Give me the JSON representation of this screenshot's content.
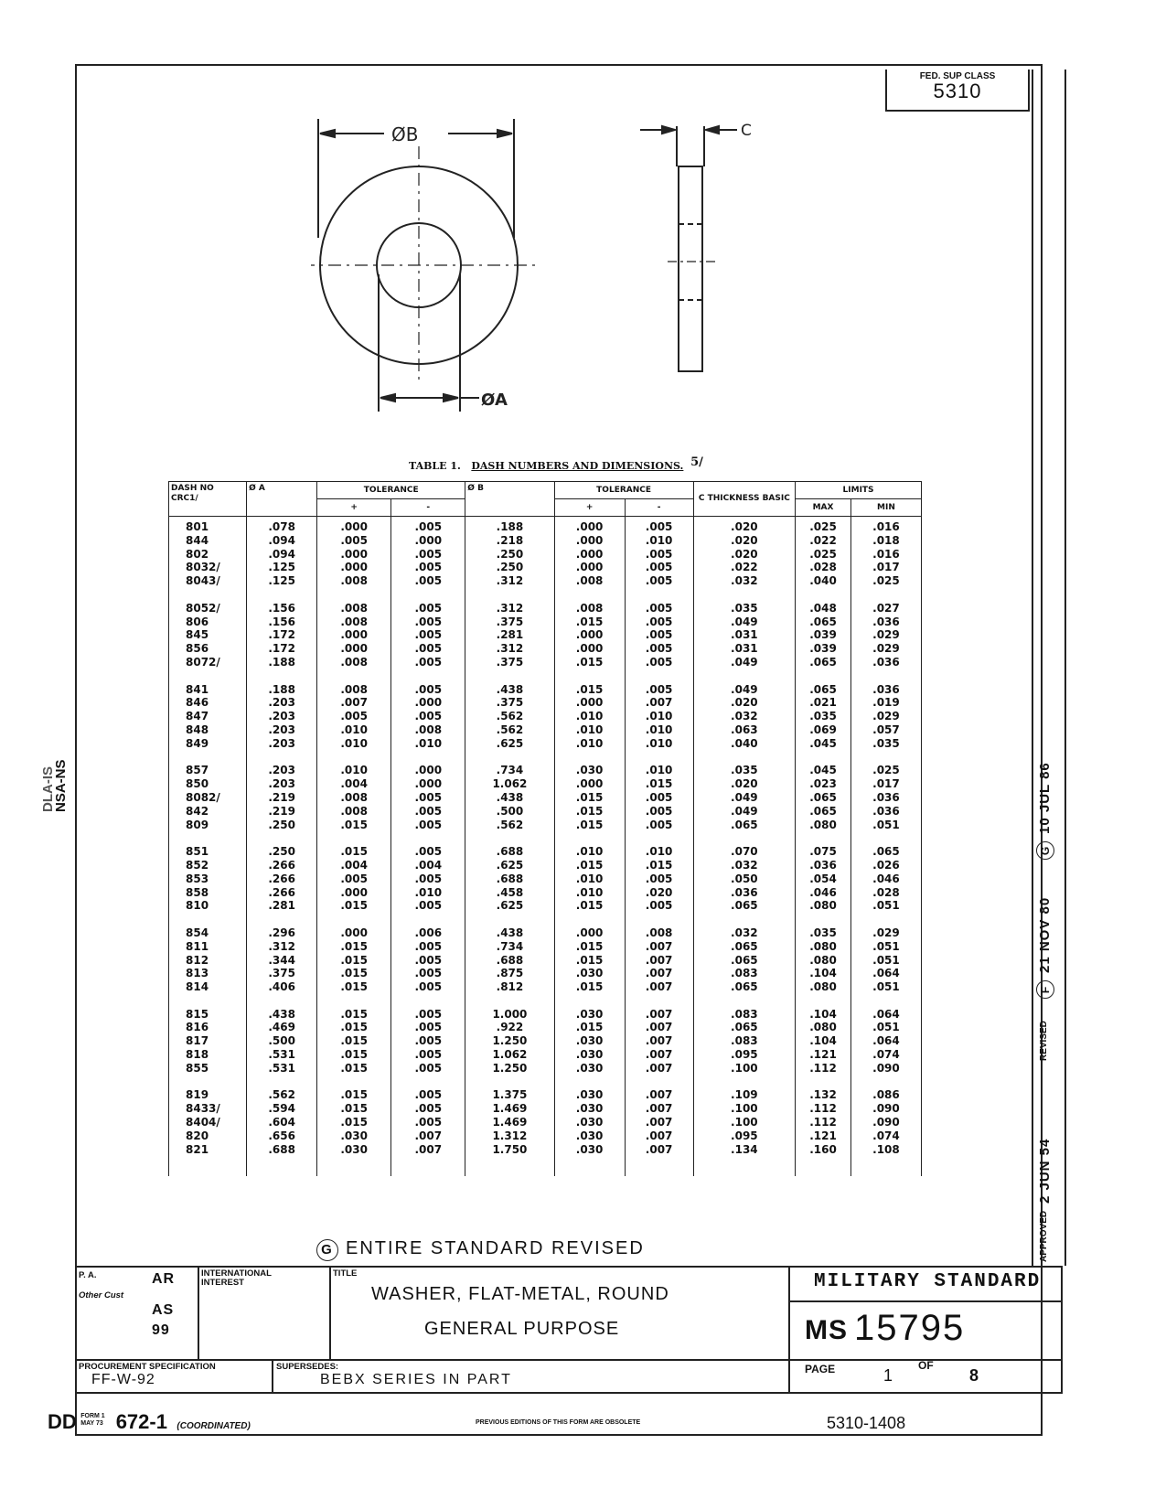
{
  "fed_sup_class": {
    "label": "FED. SUP CLASS",
    "value": "5310"
  },
  "drawing": {
    "dia_b": "ØB",
    "dia_a": "ØA",
    "thickness": "C"
  },
  "left_margin": {
    "line1": "DLA-IS",
    "line2": "NSA-NS"
  },
  "right_strip": {
    "approved_label": "APPROVED",
    "approved_date": "2 JUN 54",
    "revised_label": "REVISED",
    "rev_f_letter": "F",
    "rev_f_date": "21 NOV 80",
    "rev_g_letter": "G",
    "rev_g_date": "10 JUL 86"
  },
  "table": {
    "title_prefix": "TABLE 1.",
    "title_main": "DASH NUMBERS AND DIMENSIONS.",
    "title_note": "5/",
    "headers": {
      "dash": "DASH NO",
      "dash_ref": "CRC1/",
      "dia_a": "Ø A",
      "tolerance_a": "TOLERANCE",
      "dia_b": "Ø B",
      "tolerance_b": "TOLERANCE",
      "thickness": "C THICKNESS BASIC",
      "limits": "LIMITS",
      "plus": "+",
      "minus": "-",
      "max": "MAX",
      "min": "MIN"
    },
    "groups": [
      [
        [
          "801",
          ".078",
          ".000",
          ".005",
          ".188",
          ".000",
          ".005",
          ".020",
          ".025",
          ".016"
        ],
        [
          "844",
          ".094",
          ".005",
          ".000",
          ".218",
          ".000",
          ".010",
          ".020",
          ".022",
          ".018"
        ],
        [
          "802",
          ".094",
          ".000",
          ".005",
          ".250",
          ".000",
          ".005",
          ".020",
          ".025",
          ".016"
        ],
        [
          "8032/",
          ".125",
          ".000",
          ".005",
          ".250",
          ".000",
          ".005",
          ".022",
          ".028",
          ".017"
        ],
        [
          "8043/",
          ".125",
          ".008",
          ".005",
          ".312",
          ".008",
          ".005",
          ".032",
          ".040",
          ".025"
        ]
      ],
      [
        [
          "8052/",
          ".156",
          ".008",
          ".005",
          ".312",
          ".008",
          ".005",
          ".035",
          ".048",
          ".027"
        ],
        [
          "806",
          ".156",
          ".008",
          ".005",
          ".375",
          ".015",
          ".005",
          ".049",
          ".065",
          ".036"
        ],
        [
          "845",
          ".172",
          ".000",
          ".005",
          ".281",
          ".000",
          ".005",
          ".031",
          ".039",
          ".029"
        ],
        [
          "856",
          ".172",
          ".000",
          ".005",
          ".312",
          ".000",
          ".005",
          ".031",
          ".039",
          ".029"
        ],
        [
          "8072/",
          ".188",
          ".008",
          ".005",
          ".375",
          ".015",
          ".005",
          ".049",
          ".065",
          ".036"
        ]
      ],
      [
        [
          "841",
          ".188",
          ".008",
          ".005",
          ".438",
          ".015",
          ".005",
          ".049",
          ".065",
          ".036"
        ],
        [
          "846",
          ".203",
          ".007",
          ".000",
          ".375",
          ".000",
          ".007",
          ".020",
          ".021",
          ".019"
        ],
        [
          "847",
          ".203",
          ".005",
          ".005",
          ".562",
          ".010",
          ".010",
          ".032",
          ".035",
          ".029"
        ],
        [
          "848",
          ".203",
          ".010",
          ".008",
          ".562",
          ".010",
          ".010",
          ".063",
          ".069",
          ".057"
        ],
        [
          "849",
          ".203",
          ".010",
          ".010",
          ".625",
          ".010",
          ".010",
          ".040",
          ".045",
          ".035"
        ]
      ],
      [
        [
          "857",
          ".203",
          ".010",
          ".000",
          ".734",
          ".030",
          ".010",
          ".035",
          ".045",
          ".025"
        ],
        [
          "850",
          ".203",
          ".004",
          ".000",
          "1.062",
          ".000",
          ".015",
          ".020",
          ".023",
          ".017"
        ],
        [
          "8082/",
          ".219",
          ".008",
          ".005",
          ".438",
          ".015",
          ".005",
          ".049",
          ".065",
          ".036"
        ],
        [
          "842",
          ".219",
          ".008",
          ".005",
          ".500",
          ".015",
          ".005",
          ".049",
          ".065",
          ".036"
        ],
        [
          "809",
          ".250",
          ".015",
          ".005",
          ".562",
          ".015",
          ".005",
          ".065",
          ".080",
          ".051"
        ]
      ],
      [
        [
          "851",
          ".250",
          ".015",
          ".005",
          ".688",
          ".010",
          ".010",
          ".070",
          ".075",
          ".065"
        ],
        [
          "852",
          ".266",
          ".004",
          ".004",
          ".625",
          ".015",
          ".015",
          ".032",
          ".036",
          ".026"
        ],
        [
          "853",
          ".266",
          ".005",
          ".005",
          ".688",
          ".010",
          ".005",
          ".050",
          ".054",
          ".046"
        ],
        [
          "858",
          ".266",
          ".000",
          ".010",
          ".458",
          ".010",
          ".020",
          ".036",
          ".046",
          ".028"
        ],
        [
          "810",
          ".281",
          ".015",
          ".005",
          ".625",
          ".015",
          ".005",
          ".065",
          ".080",
          ".051"
        ]
      ],
      [
        [
          "854",
          ".296",
          ".000",
          ".006",
          ".438",
          ".000",
          ".008",
          ".032",
          ".035",
          ".029"
        ],
        [
          "811",
          ".312",
          ".015",
          ".005",
          ".734",
          ".015",
          ".007",
          ".065",
          ".080",
          ".051"
        ],
        [
          "812",
          ".344",
          ".015",
          ".005",
          ".688",
          ".015",
          ".007",
          ".065",
          ".080",
          ".051"
        ],
        [
          "813",
          ".375",
          ".015",
          ".005",
          ".875",
          ".030",
          ".007",
          ".083",
          ".104",
          ".064"
        ],
        [
          "814",
          ".406",
          ".015",
          ".005",
          ".812",
          ".015",
          ".007",
          ".065",
          ".080",
          ".051"
        ]
      ],
      [
        [
          "815",
          ".438",
          ".015",
          ".005",
          "1.000",
          ".030",
          ".007",
          ".083",
          ".104",
          ".064"
        ],
        [
          "816",
          ".469",
          ".015",
          ".005",
          ".922",
          ".015",
          ".007",
          ".065",
          ".080",
          ".051"
        ],
        [
          "817",
          ".500",
          ".015",
          ".005",
          "1.250",
          ".030",
          ".007",
          ".083",
          ".104",
          ".064"
        ],
        [
          "818",
          ".531",
          ".015",
          ".005",
          "1.062",
          ".030",
          ".007",
          ".095",
          ".121",
          ".074"
        ],
        [
          "855",
          ".531",
          ".015",
          ".005",
          "1.250",
          ".030",
          ".007",
          ".100",
          ".112",
          ".090"
        ]
      ],
      [
        [
          "819",
          ".562",
          ".015",
          ".005",
          "1.375",
          ".030",
          ".007",
          ".109",
          ".132",
          ".086"
        ],
        [
          "8433/",
          ".594",
          ".015",
          ".005",
          "1.469",
          ".030",
          ".007",
          ".100",
          ".112",
          ".090"
        ],
        [
          "8404/",
          ".604",
          ".015",
          ".005",
          "1.469",
          ".030",
          ".007",
          ".100",
          ".112",
          ".090"
        ],
        [
          "820",
          ".656",
          ".030",
          ".007",
          "1.312",
          ".030",
          ".007",
          ".095",
          ".121",
          ".074"
        ],
        [
          "821",
          ".688",
          ".030",
          ".007",
          "1.750",
          ".030",
          ".007",
          ".134",
          ".160",
          ".108"
        ]
      ]
    ]
  },
  "revision_note": {
    "letter": "G",
    "text": "ENTIRE STANDARD REVISED"
  },
  "title_block": {
    "pa_label": "P. A.",
    "pa_value": "AR",
    "other_cust_label": "Other Cust",
    "other_cust_values": [
      "AS",
      "99"
    ],
    "intl_label": "INTERNATIONAL INTEREST",
    "title_label": "TITLE",
    "title_line1": "WASHER, FLAT-METAL, ROUND",
    "title_line2": "GENERAL PURPOSE",
    "mil_std": "MILITARY STANDARD",
    "ms_prefix": "MS",
    "ms_number": "15795",
    "proc_label": "PROCUREMENT SPECIFICATION",
    "proc_value": "FF-W-92",
    "supersedes_label": "SUPERSEDES:",
    "supersedes_value": "BEBX SERIES IN PART",
    "page_label": "PAGE",
    "page_num": "1",
    "of_label": "OF",
    "page_total": "8"
  },
  "footer": {
    "dd_prefix": "DD",
    "form_label": "FORM 1 MAY 73",
    "form_number": "672-1",
    "coordinated": "(COORDINATED)",
    "previous_editions": "PREVIOUS EDITIONS OF THIS FORM ARE OBSOLETE",
    "code": "5310-1408"
  }
}
